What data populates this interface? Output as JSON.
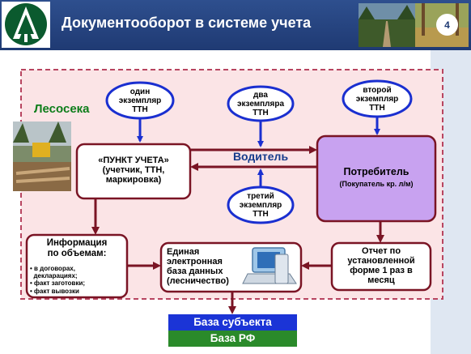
{
  "header": {
    "title": "Документооборот в системе учета",
    "page_number": "4"
  },
  "diagram": {
    "lesoseka": "Лесосека",
    "copy_one": [
      "один",
      "экземпляр",
      "ТТН"
    ],
    "copy_two": [
      "два",
      "экземпляра",
      "ТТН"
    ],
    "copy_second": [
      "второй",
      "экземпляр",
      "ТТН"
    ],
    "copy_third": [
      "третий",
      "экземпляр",
      "ТТН"
    ],
    "accounting_point": [
      "«ПУНКТ УЧЕТА»",
      "(учетчик, ТТН,",
      "маркировка)"
    ],
    "driver": "Водитель",
    "consumer_title": "Потребитель",
    "consumer_sub": "(Покупатель кр. л/м)",
    "volume_info": [
      "Информация",
      "по объемам:"
    ],
    "volume_items": [
      "• в договорах,",
      "  декларациях;",
      "• факт заготовки;",
      "• факт вывозки"
    ],
    "database": [
      "Единая",
      "электронная",
      "база данных",
      "(лесничество)"
    ],
    "report": [
      "Отчет по",
      "установленной",
      "форме 1 раз в",
      "месяц"
    ],
    "subject_db": "База субъекта",
    "rf_db": "База РФ"
  },
  "colors": {
    "header_bg": "#1f3a73",
    "dashed_border": "#b84560",
    "panel_bg": "#fbe4e6",
    "arrow_dark": "#7a1424",
    "oval_border": "#1a2fd0",
    "consumer_fill": "#c8a2f0",
    "subject_bar": "#1b34d6",
    "rf_bar": "#2a8a2a",
    "lesoseka_text": "#0d7d1a"
  },
  "icons": [
    "forest-logo-icon",
    "computer-server-icon",
    "logging-site-photo",
    "header-photo-road",
    "header-photo-forest"
  ]
}
